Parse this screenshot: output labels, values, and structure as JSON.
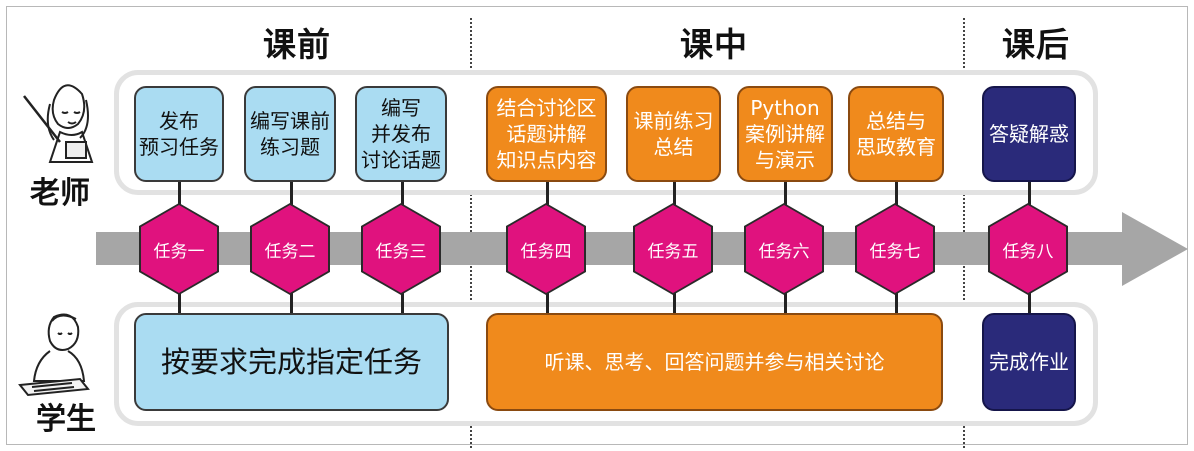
{
  "phases": {
    "before": "课前",
    "during": "课中",
    "after": "课后"
  },
  "roles": {
    "teacher": "老师",
    "student": "学生"
  },
  "teacher_boxes": [
    "发布\n预习任务",
    "编写课前\n练习题",
    "编写\n并发布\n讨论话题",
    "结合讨论区\n话题讲解\n知识点内容",
    "课前练习\n总结",
    "Python\n案例讲解\n与演示",
    "总结与\n思政教育",
    "答疑解惑"
  ],
  "tasks": [
    "任务一",
    "任务二",
    "任务三",
    "任务四",
    "任务五",
    "任务六",
    "任务七",
    "任务八"
  ],
  "student_boxes": [
    "按要求完成指定任务",
    "听课、思考、回答问题并参与相关讨论",
    "完成作业"
  ],
  "colors": {
    "blue": "#aadcf2",
    "orange": "#f08a1c",
    "navy": "#2a2a7a",
    "magenta": "#e0127e",
    "arrow": "#a6a6a6"
  }
}
